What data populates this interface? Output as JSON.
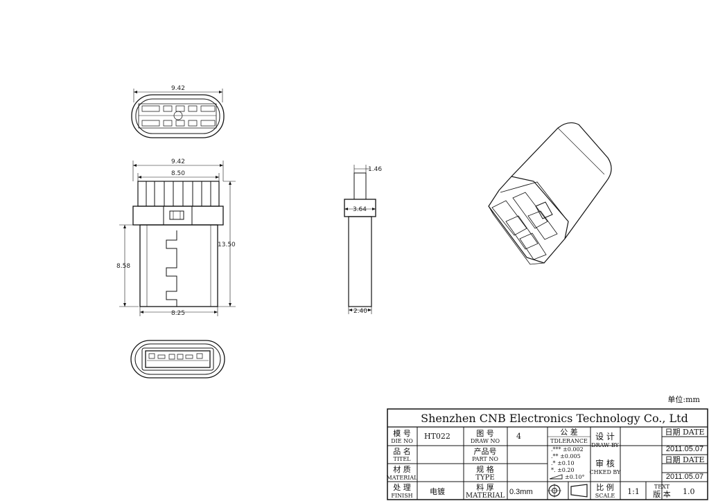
{
  "drawing": {
    "top_view": {
      "width_label": "9.42"
    },
    "front_view": {
      "overall_width": "9.42",
      "inner_width": "8.50",
      "height": "13.50",
      "body_height": "8.58",
      "bottom_width": "8.25"
    },
    "side_view": {
      "pin_width": "1.46",
      "collar_width": "3.64",
      "bottom_width": "2.40"
    }
  },
  "unit_note": "单位:mm",
  "title_block": {
    "company": "Shenzhen CNB Electronics Technology Co., Ltd",
    "die_no_cn": "模 号",
    "die_no_en": "DIE NO",
    "die_no_value": "HT022",
    "draw_no_cn": "图 号",
    "draw_no_en": "DRAW NO",
    "draw_no_value": "4",
    "tolerance_cn": "公 差",
    "tolerance_en": "TDLERANCE",
    "tol_1": ".***  ±0.002",
    "tol_2": ".**   ±0.005",
    "tol_3": ".*    ±0.10",
    "tol_4": "*.     ±0.20",
    "tol_5": "±0.10°",
    "design_cn": "设 计",
    "design_en": "DRAW BY",
    "date_label_1": "日期 DATE",
    "date_1": "2011.05.07",
    "titel_cn": "品 名",
    "titel_en": "TITEL",
    "part_no_cn": "产品号",
    "part_no_en": "PART NO",
    "check_cn": "审 核",
    "check_en": "CHKED BY",
    "date_label_2": "日期 DATE",
    "date_2": "2011.05.07",
    "material_cn": "材 质",
    "material_en": "MATERIAL",
    "type_cn": "规 格",
    "type_en": "TYPE",
    "finish_cn": "处 理",
    "finish_en": "FINISH",
    "finish_value": "电镀",
    "thickness_cn": "料 厚",
    "thickness_en": "MATERIAL",
    "thickness_value": "0.3mm",
    "scale_cn": "比 例",
    "scale_en": "SCALE",
    "scale_value": "1:1",
    "version_en": "TEXT",
    "version_cn": "版 本",
    "version_value": "1.0"
  }
}
